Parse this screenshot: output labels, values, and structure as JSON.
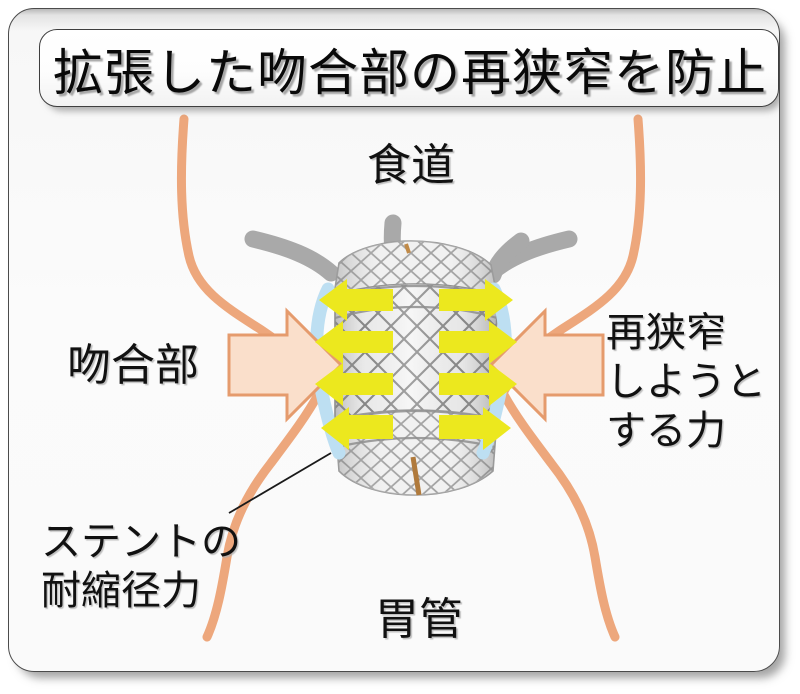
{
  "figure": {
    "title": "拡張した吻合部の再狭窄を防止",
    "background_color": "#fafafa",
    "frame_border_color": "#4b4b4b"
  },
  "labels": {
    "esophagus": "食道",
    "anastomosis": "吻合部",
    "restenosis_force": "再狭窄\nしようと\nする力",
    "stent_resistance": "ステントの\n耐縮径力",
    "gastric_tube": "胃管"
  },
  "colors": {
    "organ_wall": "#eda77c",
    "arrow_inward_fill": "#fadfcb",
    "arrow_inward_stroke": "#e59b6d",
    "arrow_outward_fill": "#ece81e",
    "stent_band": "#bddff2",
    "guide_wire": "#a8a8a8",
    "mesh_line": "#6e6e6e",
    "mesh_fill": "#f2f2f2",
    "marker_line": "#b07a3c",
    "leader_line": "#1a1a1a",
    "title_text": "#090909"
  },
  "diagram": {
    "type": "medical-illustration",
    "subject": "covered stent placed at an esophago-gastric anastomosis",
    "outward_arrow_count_per_side": 4,
    "outward_arrow_direction": "radially outward from stent lumen",
    "inward_arrow_count": 2,
    "inward_arrow_direction": "radially inward toward stent",
    "annotations": [
      {
        "name": "esophagus",
        "position": "top-center"
      },
      {
        "name": "anastomosis",
        "position": "mid-left"
      },
      {
        "name": "restenosis-force",
        "position": "mid-right"
      },
      {
        "name": "stent-resistance",
        "position": "bottom-left",
        "leader": true
      },
      {
        "name": "gastric-tube",
        "position": "bottom-center"
      }
    ]
  }
}
